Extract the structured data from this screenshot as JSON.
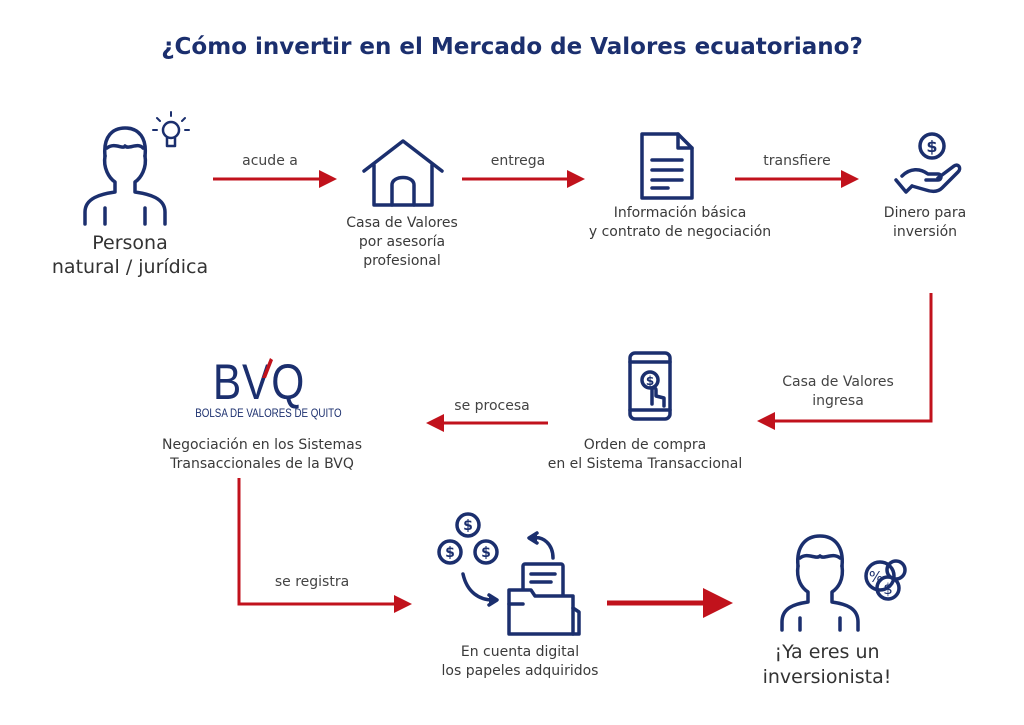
{
  "title": "¿Cómo invertir en el Mercado de Valores ecuatoriano?",
  "colors": {
    "navy": "#1b2f6e",
    "red": "#c1121c"
  },
  "steps": {
    "persona": [
      "Persona",
      "natural / jurídica"
    ],
    "casa": [
      "Casa de Valores",
      "por asesoría",
      "profesional"
    ],
    "info": [
      "Información básica",
      "y contrato de negociación"
    ],
    "dinero": [
      "Dinero para",
      "inversión"
    ],
    "orden": [
      "Orden de compra",
      "en el  Sistema Transaccional"
    ],
    "bvq": [
      "Negociación en los Sistemas",
      "Transaccionales de la BVQ"
    ],
    "cuenta": [
      "En cuenta digital",
      "los papeles adquiridos"
    ],
    "final": [
      "¡Ya eres un",
      "inversionista!"
    ]
  },
  "connectors": {
    "acude": "acude a",
    "entrega": "entrega",
    "transfiere": "transfiere",
    "ingresa": [
      "Casa de Valores",
      "ingresa"
    ],
    "procesa": "se procesa",
    "registra": "se registra"
  },
  "logo": {
    "mark": "BVQ",
    "name": "BOLSA DE VALORES DE QUITO"
  }
}
